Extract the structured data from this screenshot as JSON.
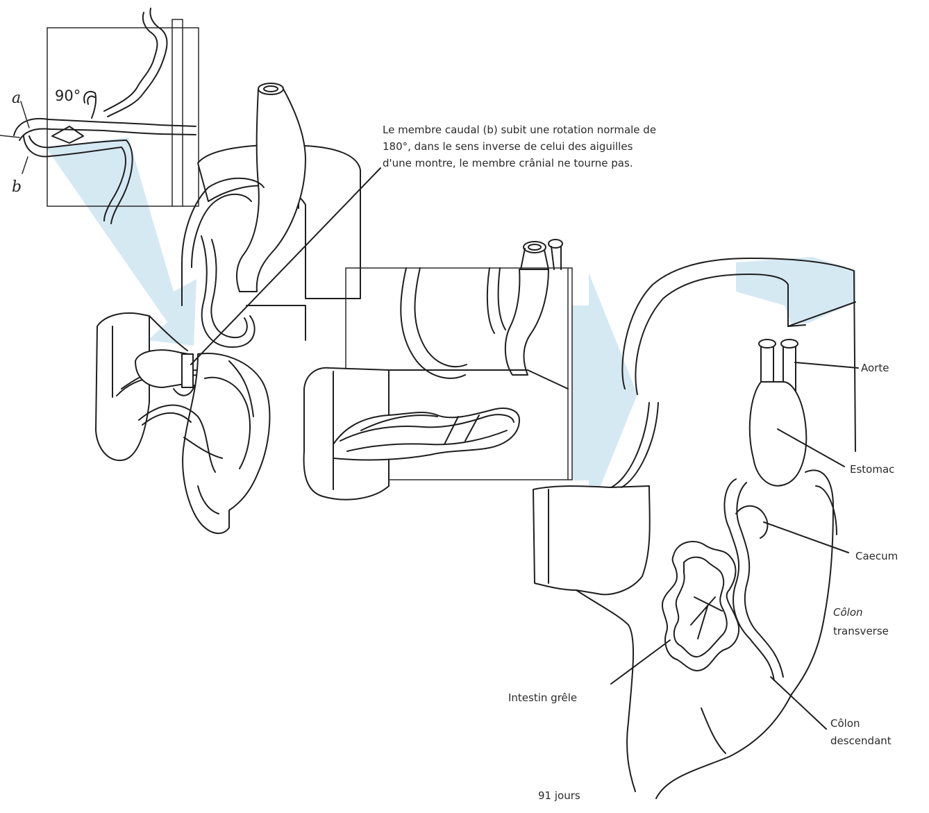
{
  "accent_color": "#d5e9f3",
  "line_color": "#1e1e1e",
  "labels": {
    "a": "a",
    "b": "b",
    "angle": "90°",
    "caption": "Le membre caudal (b) subit une rotation normale de 180°, dans le sens inverse de celui des aiguilles d'une montre, le membre crânial ne tourne pas.",
    "aorte": "Aorte",
    "estomac": "Estomac",
    "caecum": "Caecum",
    "colon_transverse_1": "Côlon",
    "colon_transverse_2": "transverse",
    "intestin": "Intestin grêle",
    "colon_descendant_1": "Côlon",
    "colon_descendant_2": "descendant",
    "age": "91 jours"
  }
}
